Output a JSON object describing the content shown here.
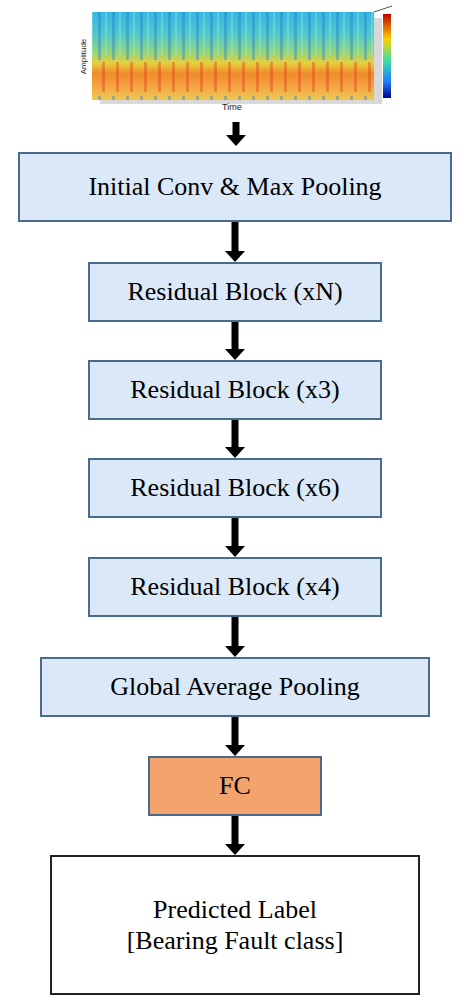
{
  "diagram": {
    "nodes": [
      {
        "text": [
          "Initial Conv & Max Pooling"
        ]
      },
      {
        "text": [
          "Residual Block (xN)"
        ]
      },
      {
        "text": [
          "Residual Block (x3)"
        ]
      },
      {
        "text": [
          "Residual Block (x6)"
        ]
      },
      {
        "text": [
          "Residual Block (x4)"
        ]
      },
      {
        "text": [
          "Global Average Pooling"
        ]
      },
      {
        "text": [
          "FC"
        ]
      },
      {
        "text": [
          "Predicted Label",
          "[Bearing Fault class]"
        ]
      }
    ],
    "edges": [
      {
        "from": 0,
        "to": 1,
        "arrow": "to"
      },
      {
        "from": 1,
        "to": 2,
        "arrow": "to"
      },
      {
        "from": 2,
        "to": 3,
        "arrow": "to"
      },
      {
        "from": 3,
        "to": 4,
        "arrow": "to"
      },
      {
        "from": 4,
        "to": 5,
        "arrow": "to"
      },
      {
        "from": 5,
        "to": 6,
        "arrow": "to"
      },
      {
        "from": 6,
        "to": 7,
        "arrow": "to"
      }
    ],
    "labels": [
      "Amplitude",
      "Time"
    ]
  }
}
